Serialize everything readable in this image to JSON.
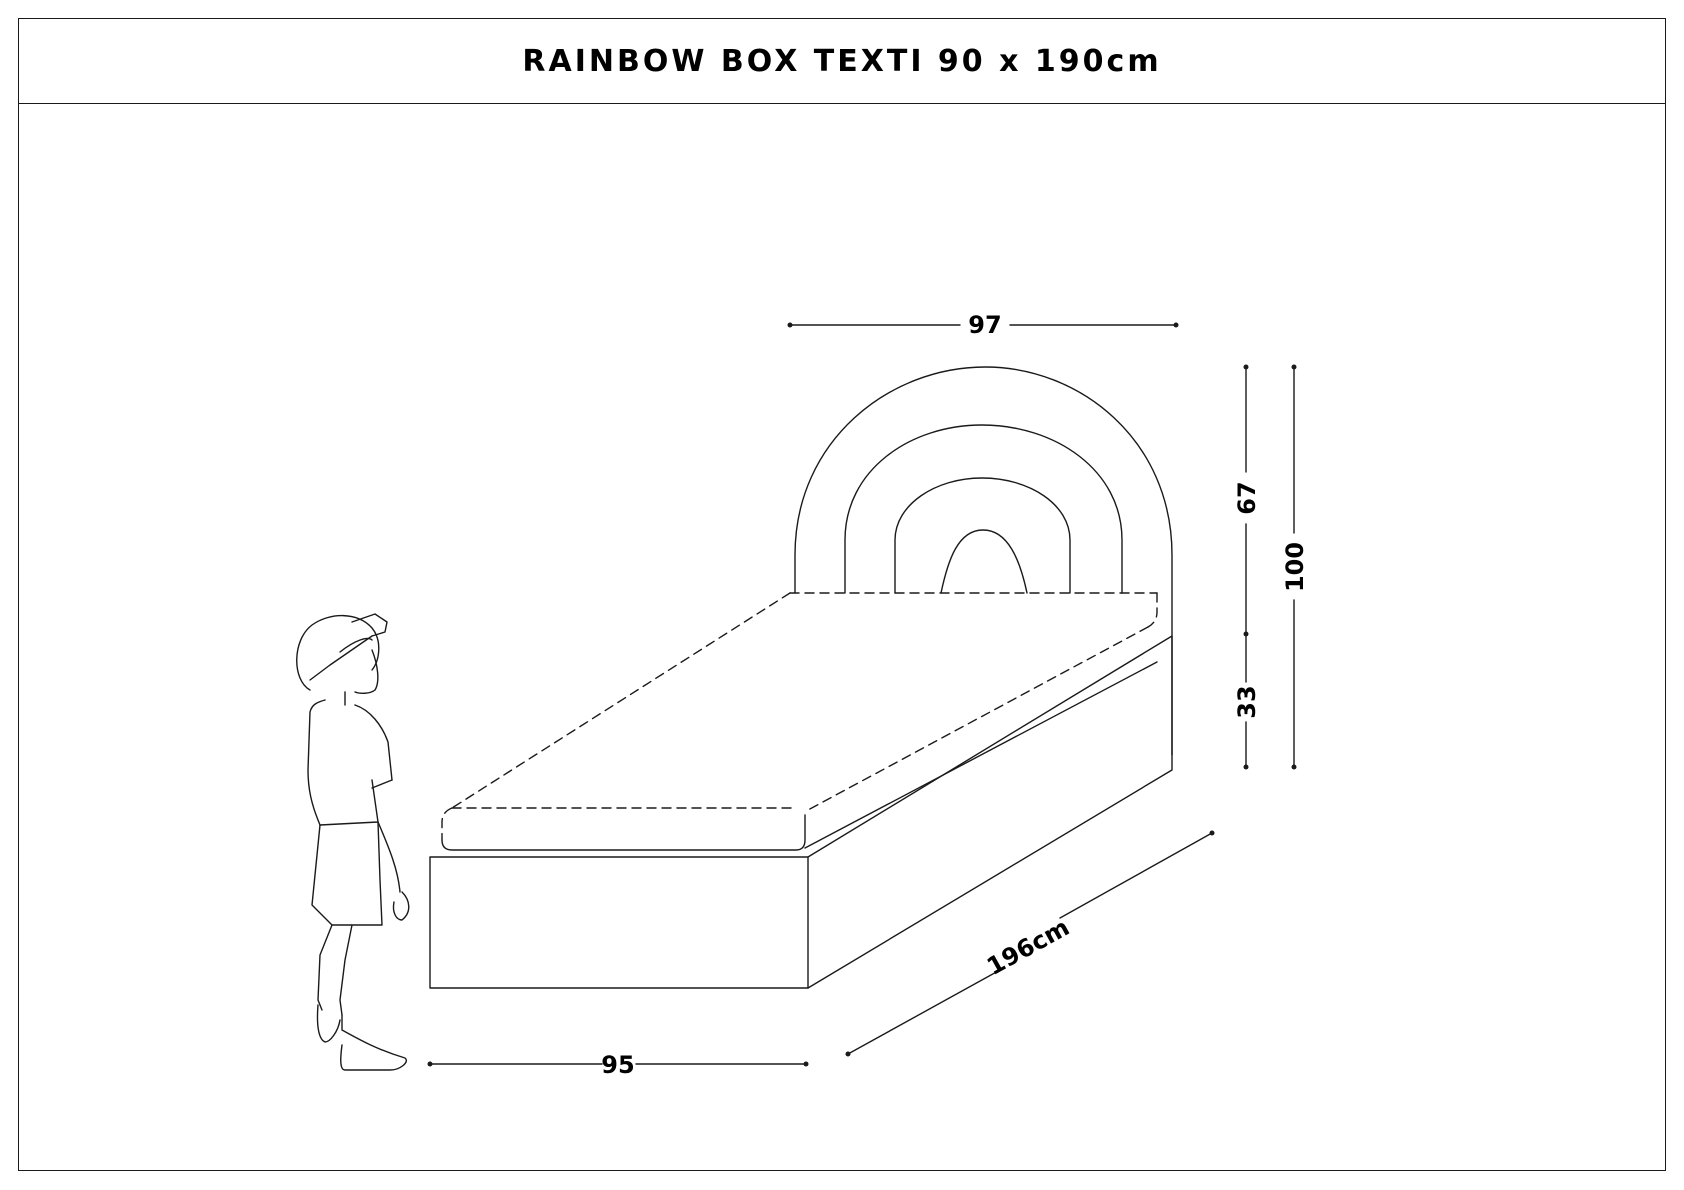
{
  "title": "RAINBOW BOX TEXTI 90 x 190cm",
  "dimensions": {
    "headboard_width": "97",
    "total_height": "100",
    "headboard_height": "67",
    "base_height": "33",
    "front_width": "95",
    "length": "196cm"
  }
}
